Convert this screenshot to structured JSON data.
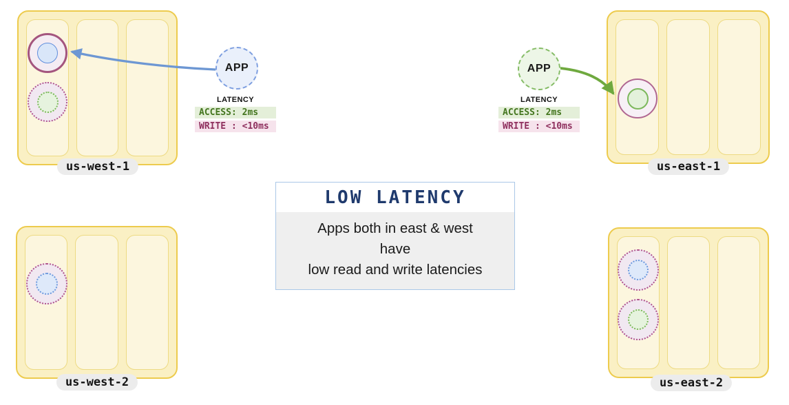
{
  "regions": [
    {
      "label": "us-west-1"
    },
    {
      "label": "us-east-1"
    },
    {
      "label": "us-west-2"
    },
    {
      "label": "us-east-2"
    }
  ],
  "apps": {
    "west": {
      "label": "APP"
    },
    "east": {
      "label": "APP"
    }
  },
  "latency": {
    "west": {
      "title": "LATENCY",
      "access": "ACCESS: 2ms",
      "write": "WRITE : <10ms"
    },
    "east": {
      "title": "LATENCY",
      "access": "ACCESS: 2ms",
      "write": "WRITE : <10ms"
    }
  },
  "callout": {
    "title": "LOW LATENCY",
    "lines": [
      "Apps both in east & west",
      "have",
      "low read and write latencies"
    ]
  },
  "colors": {
    "region_fill": "#FAF0C4",
    "region_border": "#EDCB4D",
    "zone_fill": "#FCF6DE",
    "arrow_west": "#6D97D3",
    "arrow_east": "#6FA93F",
    "app_west_border": "#7E9FE0",
    "app_east_border": "#85BC66",
    "access_text": "#44761F",
    "access_bg": "#E4EFD9",
    "write_text": "#8E2F5D",
    "write_bg": "#F6E3EC",
    "primary_ring": "#A4557E",
    "replica_blue": "#5F8DDC",
    "replica_green": "#7CB85C",
    "callout_title": "#1F3A6D",
    "callout_border": "#A9C7E7"
  }
}
